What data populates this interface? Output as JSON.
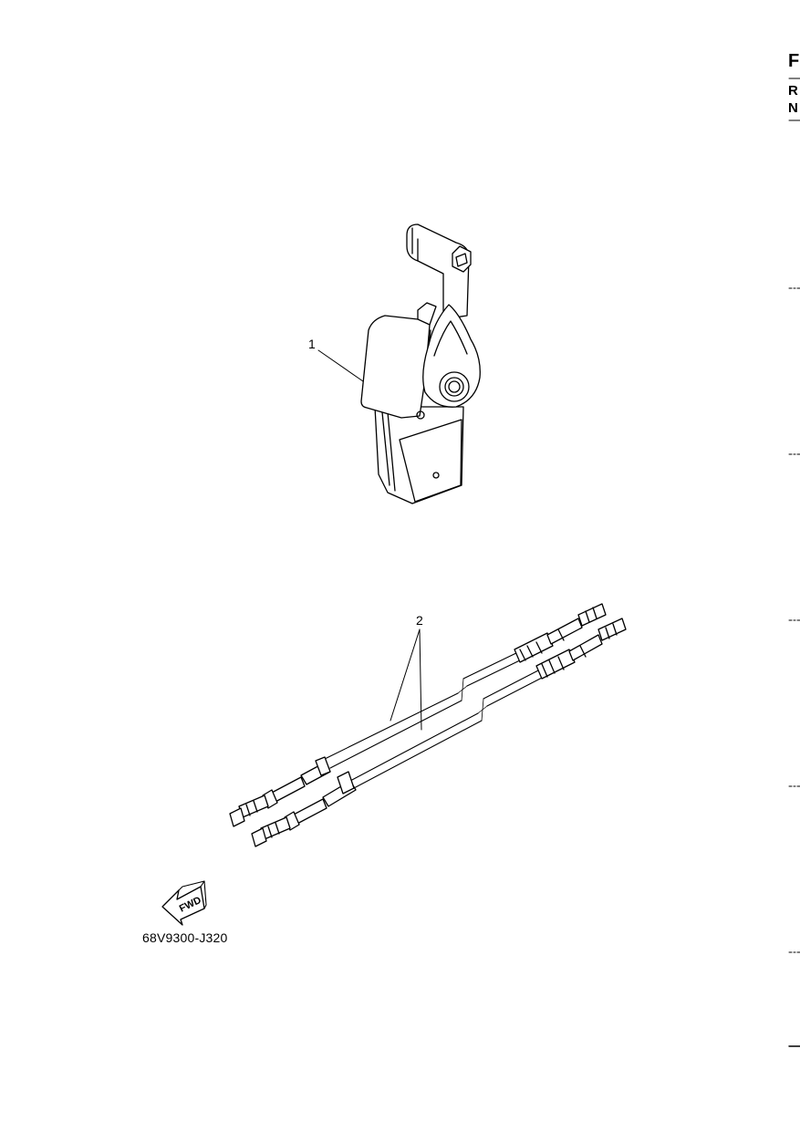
{
  "edge_header": {
    "letters": [
      "F",
      "R",
      "N"
    ]
  },
  "callouts": [
    {
      "number": "1"
    },
    {
      "number": "2"
    }
  ],
  "fwd_badge": {
    "text": "FWD"
  },
  "diagram_code": "68V9300-J320"
}
